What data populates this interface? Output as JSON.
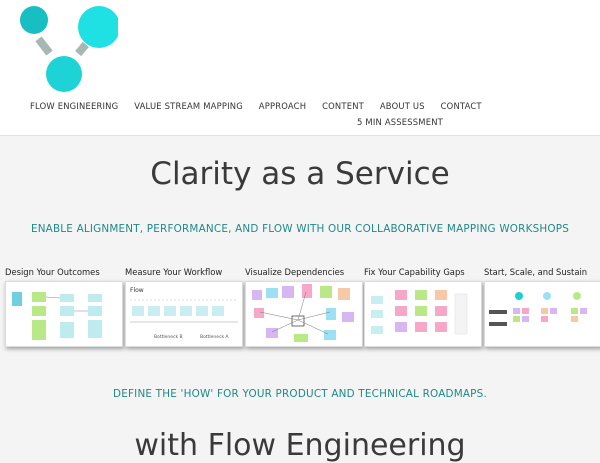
{
  "nav": {
    "items": [
      "FLOW ENGINEERING",
      "VALUE STREAM MAPPING",
      "APPROACH",
      "CONTENT",
      "ABOUT US",
      "CONTACT"
    ],
    "assessment": "5 MIN ASSESSMENT"
  },
  "hero": {
    "title": "Clarity as a Service",
    "tagline": "ENABLE ALIGNMENT, PERFORMANCE, AND FLOW WITH OUR COLLABORATIVE MAPPING WORKSHOPS"
  },
  "cards": [
    {
      "label": "Design Your Outcomes"
    },
    {
      "label": "Measure Your Workflow"
    },
    {
      "label": "Visualize Dependencies"
    },
    {
      "label": "Fix Your Capability Gaps"
    },
    {
      "label": "Start, Scale, and Sustain"
    }
  ],
  "section": {
    "define": "DEFINE THE 'HOW' FOR YOUR PRODUCT AND TECHNICAL ROADMAPS.",
    "with_flow": "with Flow Engineering"
  },
  "colors": {
    "teal": "#1ccfd2",
    "teal_dark": "#1e8a87",
    "connector": "#a7b7b3"
  }
}
